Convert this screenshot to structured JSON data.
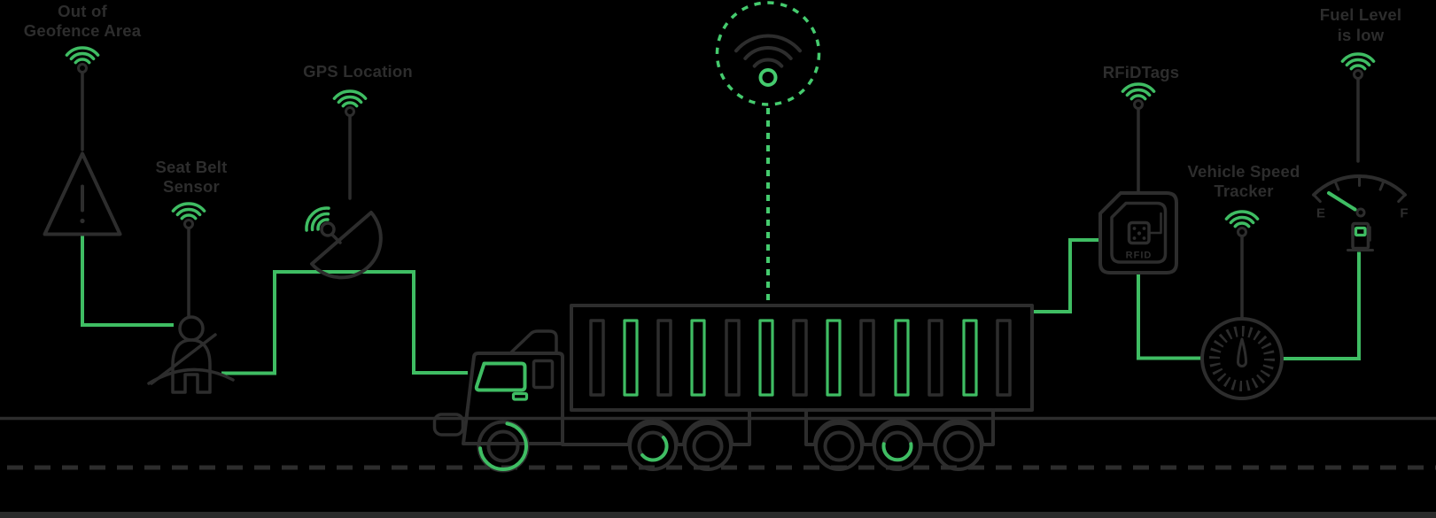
{
  "diagram": {
    "colors": {
      "background": "#000000",
      "line": "#2d2d2d",
      "accent": "#3fbd63",
      "accent_bright": "#45cb6e",
      "ground_bar": "#2b2b2b"
    },
    "labels": {
      "geofence_line1": "Out of",
      "geofence_line2": "Geofence Area",
      "seatbelt_line1": "Seat Belt",
      "seatbelt_line2": "Sensor",
      "gps": "GPS Location",
      "rfid": "RFiDTags",
      "speed_line1": "Vehicle Speed",
      "speed_line2": "Tracker",
      "fuel_line1": "Fuel Level",
      "fuel_line2": "is low"
    },
    "fuel_gauge": {
      "empty_label": "E",
      "full_label": "F"
    },
    "rfid_tag": {
      "chip_label": "RFID"
    },
    "icons": {
      "wifi": "wifi-signal-icon",
      "beacon": "wifi-beacon-icon",
      "geofence": "warning-triangle-icon",
      "seatbelt": "seatbelt-person-icon",
      "gps": "satellite-dish-icon",
      "rfid": "rfid-tag-icon",
      "speed": "speedometer-icon",
      "fuel": "fuel-gauge-icon"
    }
  }
}
